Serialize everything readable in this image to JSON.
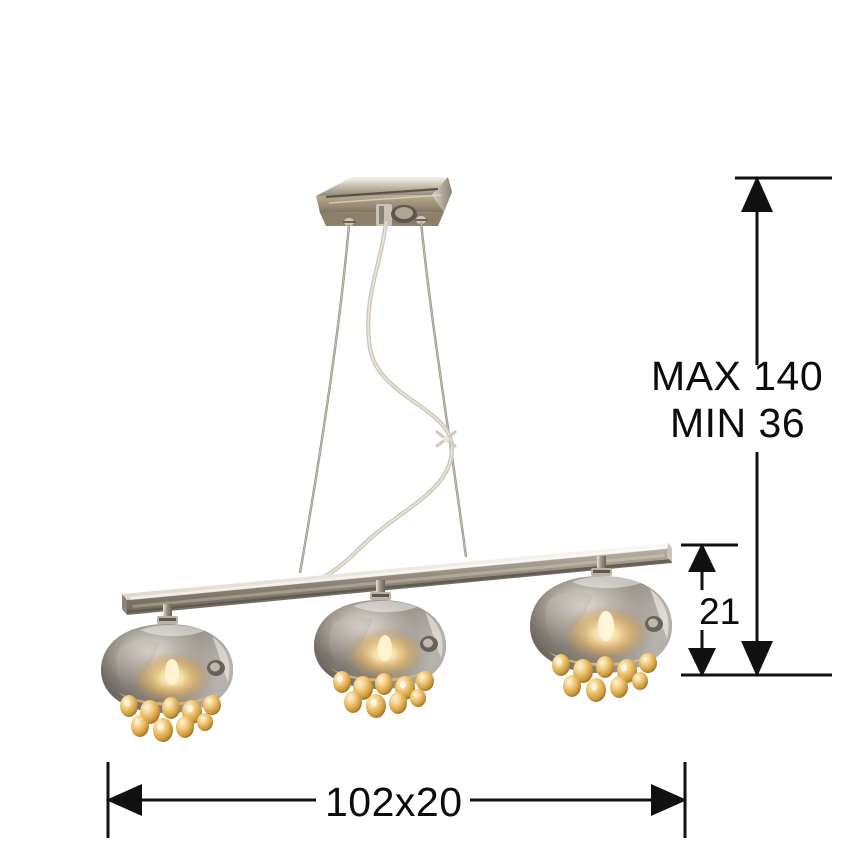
{
  "product": {
    "name": "three-light-pendant-bar",
    "description": "Three smoked chrome glass dome pendant lights on a horizontal bar with crystal droplets",
    "lamp_count": 3
  },
  "dimensions": {
    "height_max_label": "MAX 140",
    "height_min_label": "MIN 36",
    "shade_height_label": "21",
    "width_label": "102x20"
  },
  "colors": {
    "background": "#ffffff",
    "line": "#111111",
    "chrome_light": "#e8e4dc",
    "chrome_mid": "#b3aa9c",
    "chrome_dark": "#6d6459",
    "shade_dark": "#3d3a37",
    "shade_mid": "#8e8880",
    "shade_light": "#d8d4ce",
    "bulb_glow": "#ffdf8e",
    "crystal": "#e8b457",
    "cable": "#9a9184",
    "cord": "#d9d4c8"
  },
  "parts": {
    "canopy": "ceiling-canopy",
    "bar": "horizontal-mounting-bar",
    "cable_left": "suspension-cable-left",
    "cable_right": "suspension-cable-right",
    "power_cord": "power-cord",
    "cord_clip": "cord-clip",
    "shade_left": "lamp-shade-left",
    "shade_center": "lamp-shade-center",
    "shade_right": "lamp-shade-right",
    "crystals": "crystal-droplet-cluster",
    "bulb": "light-bulb-glow"
  },
  "annotations": {
    "vertical_dim": "vertical-height-dimension",
    "shade_dim": "shade-height-dimension",
    "width_dim": "overall-width-dimension"
  }
}
